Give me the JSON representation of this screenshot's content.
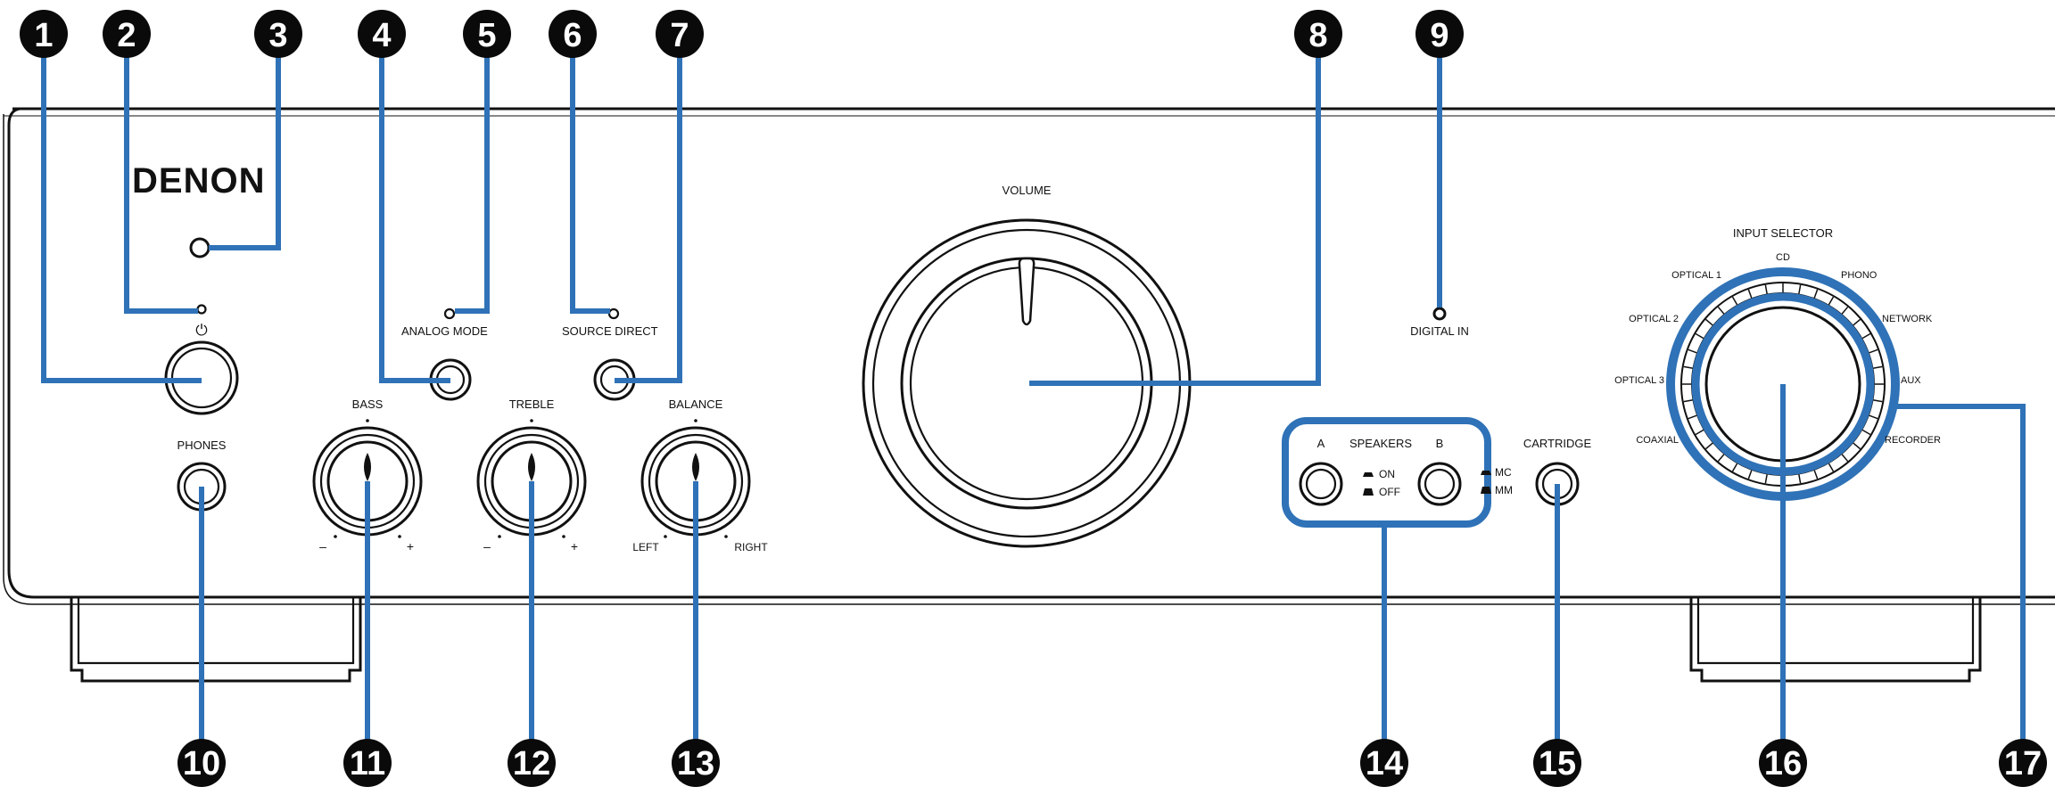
{
  "brand": "DENON",
  "standby_symbol": "⏻",
  "labels": {
    "volume": "VOLUME",
    "input_selector": "INPUT SELECTOR",
    "analog_mode": "ANALOG MODE",
    "source_direct": "SOURCE DIRECT",
    "digital_in": "DIGITAL IN",
    "phones": "PHONES",
    "bass": "BASS",
    "treble": "TREBLE",
    "balance": "BALANCE",
    "minus": "–",
    "plus": "+",
    "left": "LEFT",
    "right": "RIGHT",
    "speakers": "SPEAKERS",
    "speaker_a": "A",
    "speaker_b": "B",
    "on": "ON",
    "off": "OFF",
    "mc": "MC",
    "mm": "MM",
    "cartridge": "CARTRIDGE"
  },
  "input_positions": {
    "cd": "CD",
    "phono": "PHONO",
    "network": "NETWORK",
    "aux": "AUX",
    "recorder": "RECORDER",
    "coaxial": "COAXIAL",
    "optical3": "OPTICAL 3",
    "optical2": "OPTICAL 2",
    "optical1": "OPTICAL 1"
  },
  "callouts": [
    "1",
    "2",
    "3",
    "4",
    "5",
    "6",
    "7",
    "8",
    "9",
    "10",
    "11",
    "12",
    "13",
    "14",
    "15",
    "16",
    "17"
  ],
  "colors": {
    "callout_line": "#2f72b7",
    "callout_badge": "#0a0a0a",
    "panel_line": "#111111"
  }
}
